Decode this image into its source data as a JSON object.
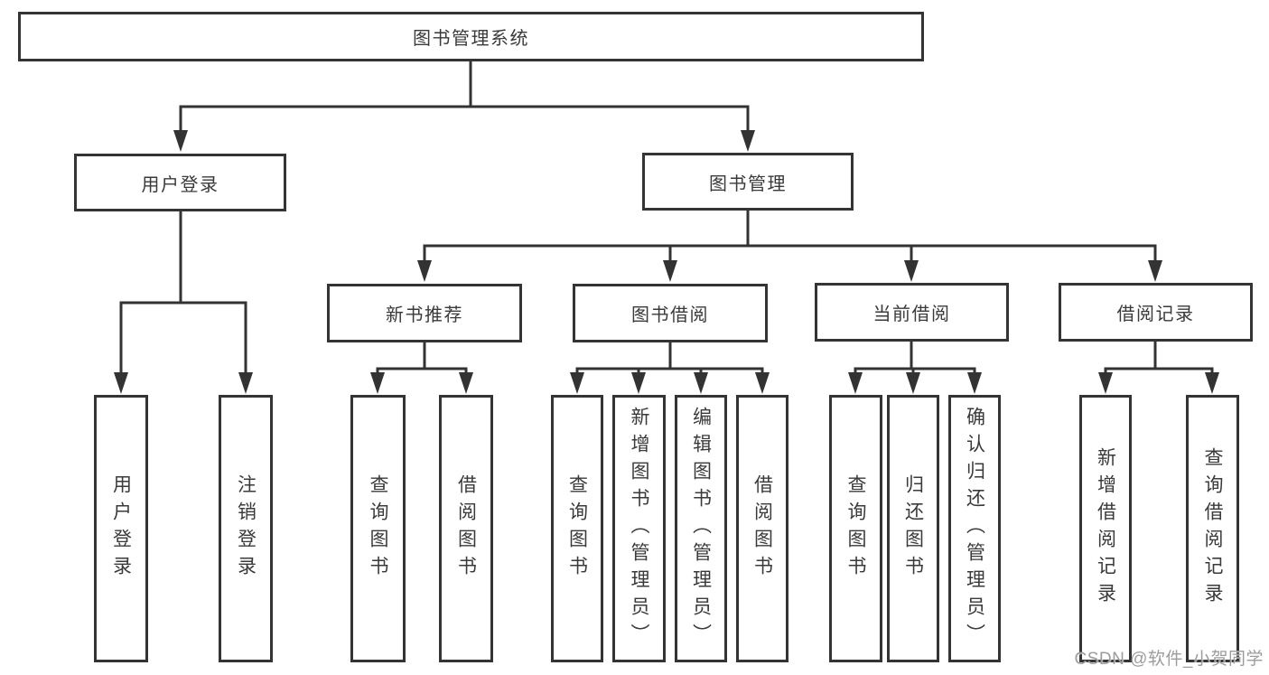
{
  "diagram": {
    "root": {
      "label": "图书管理系统"
    },
    "level2": [
      {
        "label": "用户登录"
      },
      {
        "label": "图书管理"
      }
    ],
    "level3": [
      {
        "label": "新书推荐"
      },
      {
        "label": "图书借阅"
      },
      {
        "label": "当前借阅"
      },
      {
        "label": "借阅记录"
      }
    ],
    "leaves": [
      {
        "label": "用户登录"
      },
      {
        "label": "注销登录"
      },
      {
        "label": "查询图书"
      },
      {
        "label": "借阅图书"
      },
      {
        "label": "查询图书"
      },
      {
        "label": "新增图书（管理员）"
      },
      {
        "label": "编辑图书（管理员）"
      },
      {
        "label": "借阅图书"
      },
      {
        "label": "查询图书"
      },
      {
        "label": "归还图书"
      },
      {
        "label": "确认归还（管理员）"
      },
      {
        "label": "新增借阅记录"
      },
      {
        "label": "查询借阅记录"
      }
    ],
    "colors": {
      "line": "#333333",
      "text": "#3a3a3a",
      "watermark": "#9c9c9c"
    }
  },
  "watermark": {
    "text": "CSDN @软件_小贺同学"
  }
}
